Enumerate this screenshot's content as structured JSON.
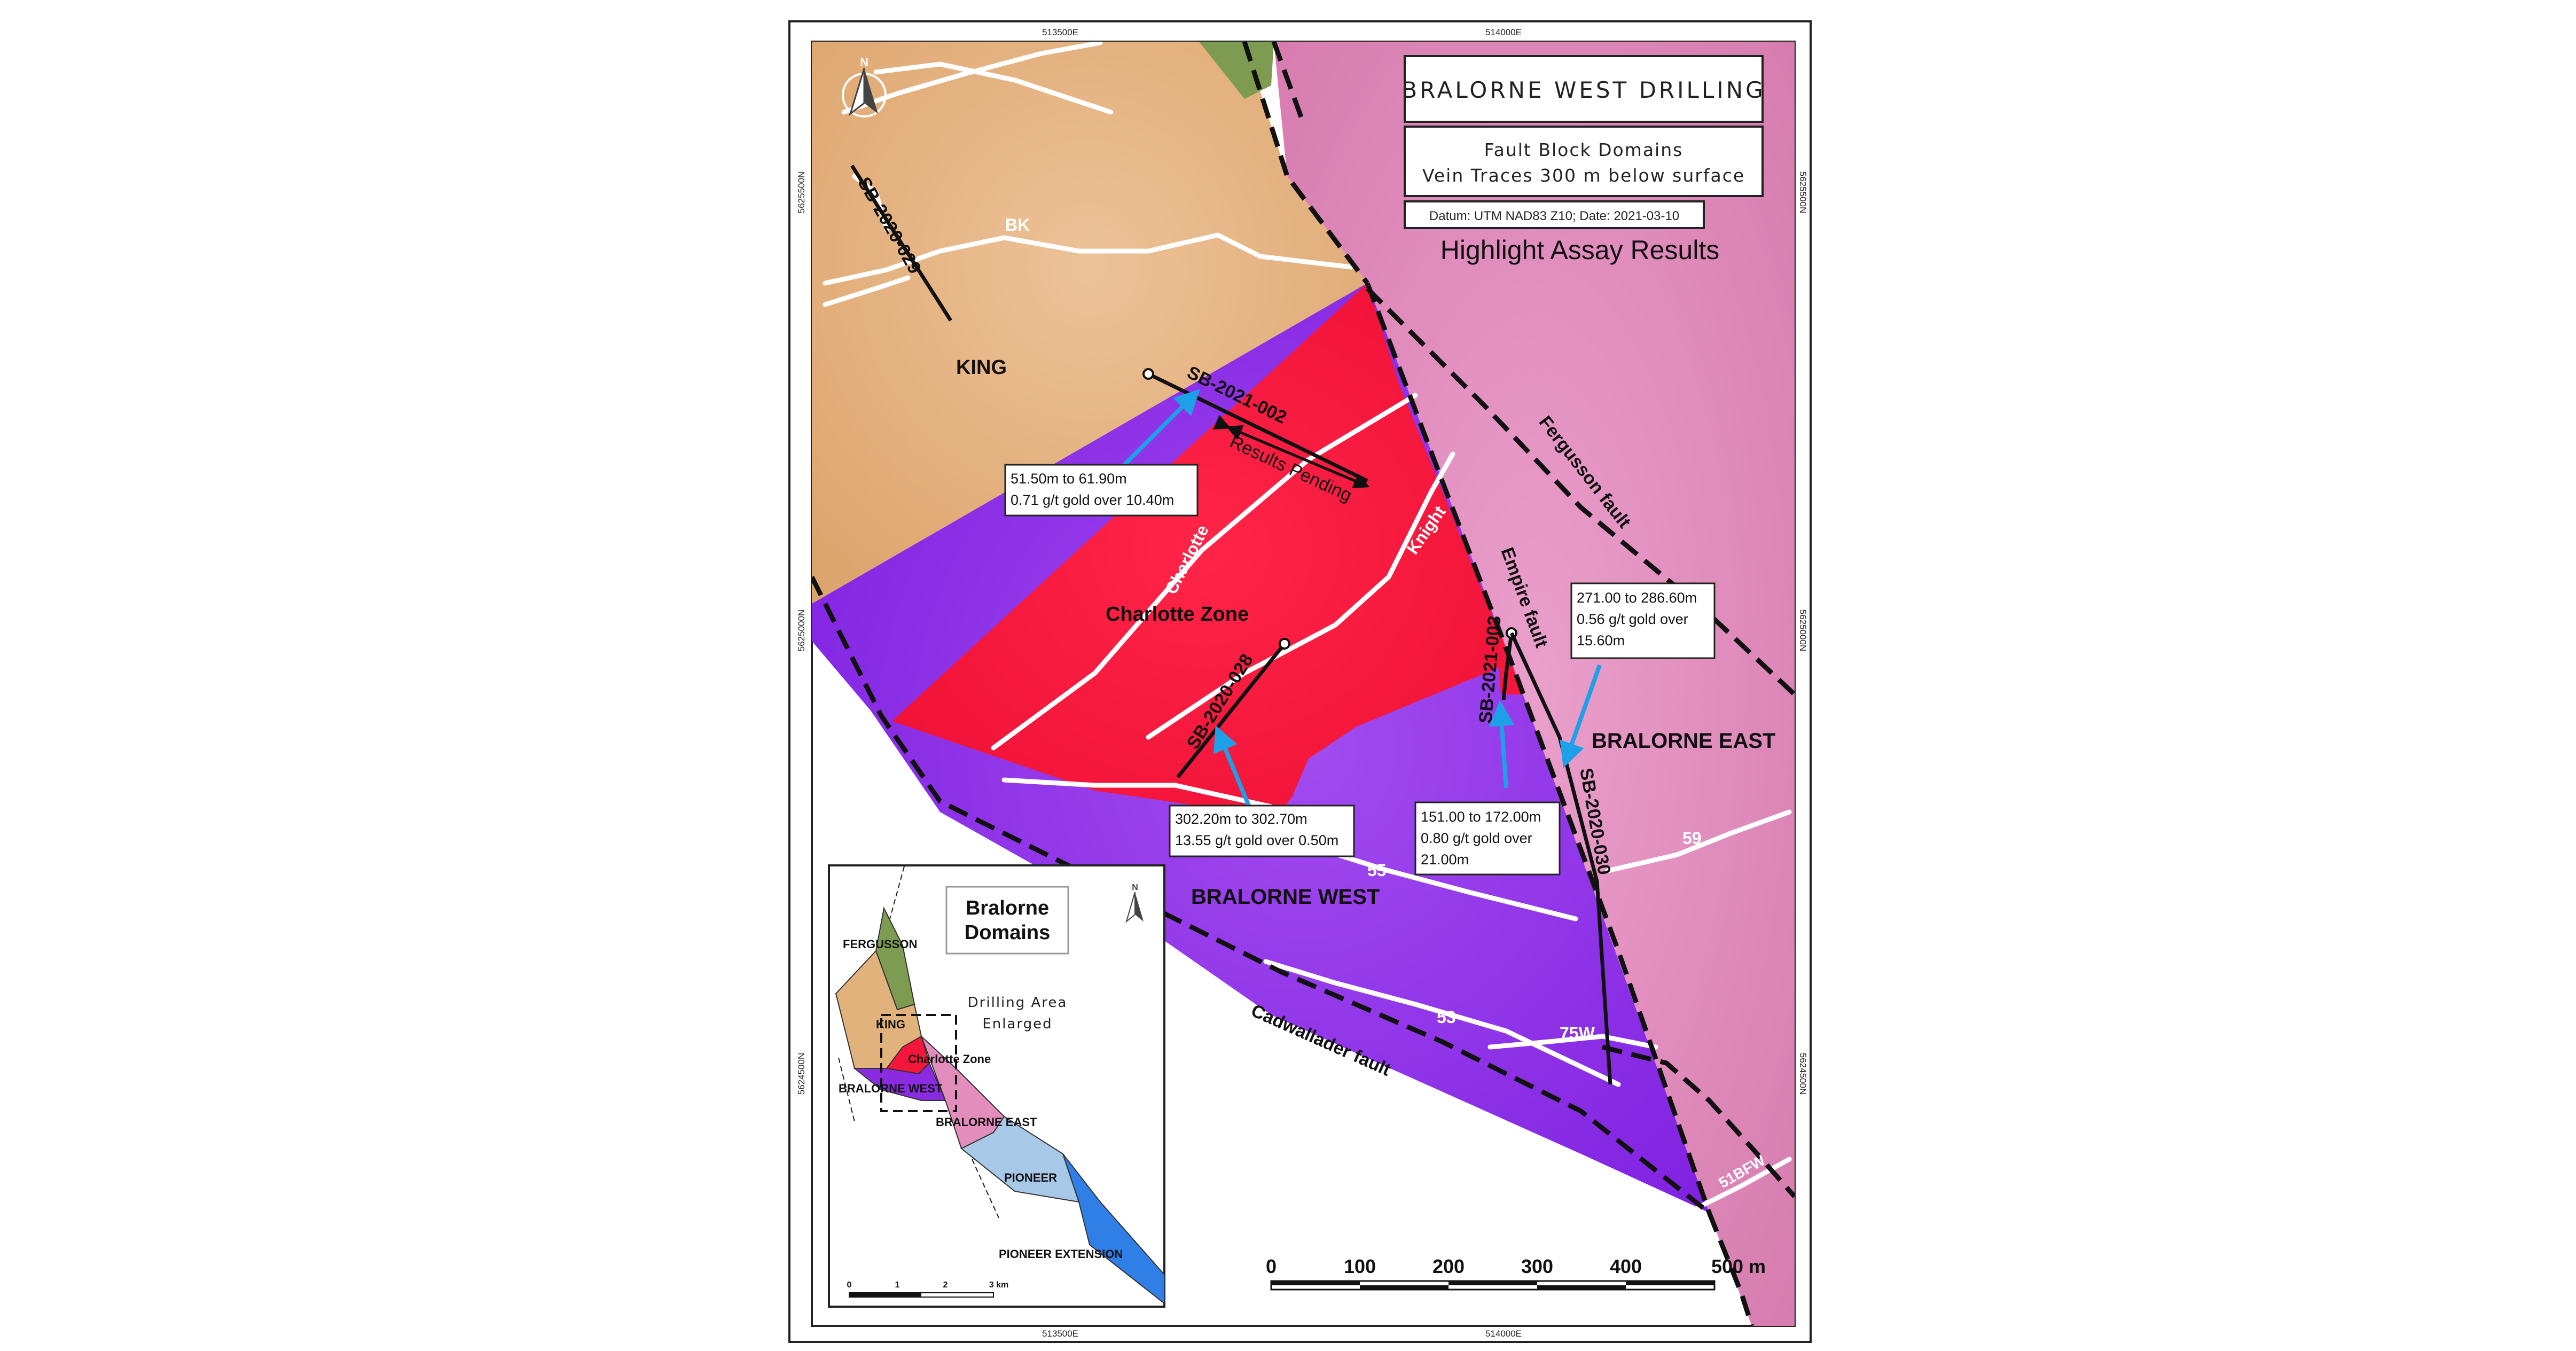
{
  "title": {
    "main": "BRALORNE WEST DRILLING",
    "sub1": "Fault Block Domains",
    "sub2": "Vein Traces 300 m below surface",
    "datum": "Datum: UTM NAD83 Z10;  Date: 2021-03-10",
    "highlight": "Highlight Assay Results"
  },
  "grid": {
    "top_labels": [
      "513500E",
      "514000E"
    ],
    "bottom_labels": [
      "513500E",
      "514000E"
    ],
    "left_labels": [
      "5625500N",
      "5625000N",
      "5624500N"
    ],
    "right_labels": [
      "5625500N",
      "5625000N",
      "5624500N"
    ]
  },
  "domains": {
    "king": "KING",
    "charlotte_zone": "Charlotte Zone",
    "bralorne_west": "BRALORNE WEST",
    "bralorne_east": "BRALORNE EAST"
  },
  "veins": {
    "bk": "BK",
    "charlotte": "Charlotte",
    "knight": "Knight",
    "v55": "55",
    "v53": "53",
    "v75w": "75W",
    "v59": "59",
    "v51bfw": "51BFW"
  },
  "faults": {
    "fergusson": "Fergusson fault",
    "empire": "Empire fault",
    "cadwallader": "Cadwallader fault"
  },
  "drillholes": {
    "sb2020029": "SB-2020-029",
    "sb2021002": "SB-2021-002",
    "results_pending": "Results Pending",
    "sb2020028": "SB-2020-028",
    "sb2021003": "SB-2021-003",
    "sb2020030": "SB-2020-030"
  },
  "callouts": {
    "c1": [
      "51.50m to 61.90m",
      "0.71 g/t gold over 10.40m"
    ],
    "c2": [
      "302.20m to 302.70m",
      "13.55 g/t gold over 0.50m"
    ],
    "c3": [
      "151.00 to 172.00m",
      "0.80 g/t gold over",
      "21.00m"
    ],
    "c4": [
      "271.00 to 286.60m",
      "0.56 g/t gold over",
      "15.60m"
    ]
  },
  "scale": {
    "labels": [
      "0",
      "100",
      "200",
      "300",
      "400",
      "500 m"
    ]
  },
  "north": "N",
  "inset": {
    "title1": "Bralorne",
    "title2": "Domains",
    "fergusson": "FERGUSSON",
    "king": "KING",
    "charlotte_zone": "Charlotte Zone",
    "bralorne_west": "BRALORNE WEST",
    "bralorne_east": "BRALORNE EAST",
    "pioneer": "PIONEER",
    "pioneer_extension": "PIONEER EXTENSION",
    "drilling_area1": "Drilling Area",
    "drilling_area2": "Enlarged",
    "scale_labels": [
      "0",
      "1",
      "2",
      "3 km"
    ],
    "north": "N"
  },
  "colors": {
    "king": "#E2B27C",
    "charlotte": "#F5163C",
    "bralorne_west": "#8A2BE2",
    "bralorne_east": "#E28DBC",
    "fergusson": "#7E9B52",
    "pioneer": "#A8C8E8",
    "pioneer_extension": "#2F7FE6",
    "arrow": "#1EA0E8"
  }
}
